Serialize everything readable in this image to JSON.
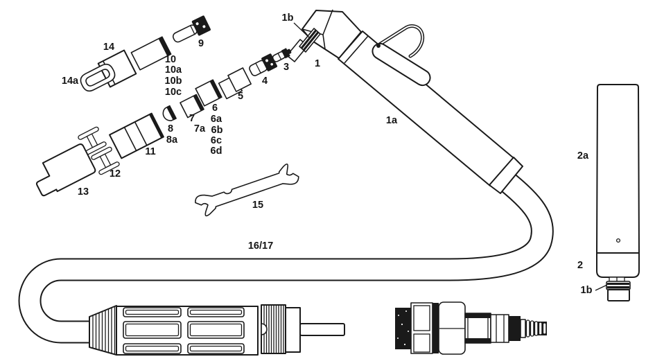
{
  "diagram": {
    "type": "exploded-parts-line-drawing",
    "subject": "hand-held plasma cutting torch with consumables, machine torch body, handle, leads and hose fitting",
    "colors": {
      "ink": "#1a1a1a",
      "paper": "#ffffff"
    },
    "labels": {
      "p1": "1",
      "p1a": "1a",
      "p1b_top": "1b",
      "p1b_bottom": "1b",
      "p2": "2",
      "p2a": "2a",
      "p3": "3",
      "p4": "4",
      "p5": "5",
      "p6": "6",
      "p6a": "6a",
      "p6b": "6b",
      "p6c": "6c",
      "p6d": "6d",
      "p7": "7",
      "p7a": "7a",
      "p8": "8",
      "p8a": "8a",
      "p9": "9",
      "p10": "10",
      "p10a": "10a",
      "p10b": "10b",
      "p10c": "10c",
      "p11": "11",
      "p12": "12",
      "p13": "13",
      "p14": "14",
      "p14a": "14a",
      "p15": "15",
      "p16_17": "16/17"
    },
    "parts": [
      {
        "label": "1",
        "name": "torch-head"
      },
      {
        "label": "1a",
        "name": "torch-barrel"
      },
      {
        "label": "1b",
        "name": "retaining-ring"
      },
      {
        "label": "2",
        "name": "machine-torch-collar"
      },
      {
        "label": "2a",
        "name": "machine-torch-body"
      },
      {
        "label": "3",
        "name": "electrode-short"
      },
      {
        "label": "4",
        "name": "electrode"
      },
      {
        "label": "5",
        "name": "swirl-ring"
      },
      {
        "label": "6",
        "name": "cutting-tip"
      },
      {
        "label": "7",
        "name": "spacer"
      },
      {
        "label": "8",
        "name": "shield-insert"
      },
      {
        "label": "9",
        "name": "valve-pin"
      },
      {
        "label": "10",
        "name": "shield-cup-tube"
      },
      {
        "label": "11",
        "name": "cartridge-block"
      },
      {
        "label": "12",
        "name": "spacer-clips"
      },
      {
        "label": "13",
        "name": "guide-plate"
      },
      {
        "label": "14",
        "name": "cap-block"
      },
      {
        "label": "14a",
        "name": "cap-handle"
      },
      {
        "label": "15",
        "name": "open-end-wrench"
      },
      {
        "label": "16/17",
        "name": "torch-leads-cable"
      }
    ]
  }
}
